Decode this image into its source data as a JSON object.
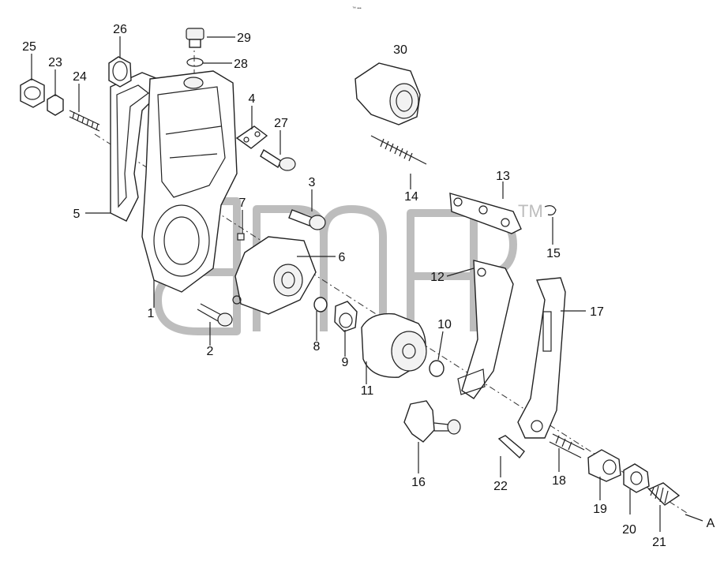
{
  "diagram": {
    "corner_mark": "™ •••",
    "watermark_text": "amp",
    "watermark_tm": "TM",
    "reference_label": "A",
    "callouts": [
      "1",
      "2",
      "3",
      "4",
      "5",
      "6",
      "7",
      "8",
      "9",
      "10",
      "11",
      "12",
      "13",
      "14",
      "15",
      "16",
      "17",
      "18",
      "19",
      "20",
      "21",
      "22",
      "23",
      "24",
      "25",
      "26",
      "27",
      "28",
      "29",
      "30"
    ]
  },
  "colors": {
    "line": "#222222",
    "watermark": "#bdbdbd",
    "background": "#ffffff"
  }
}
